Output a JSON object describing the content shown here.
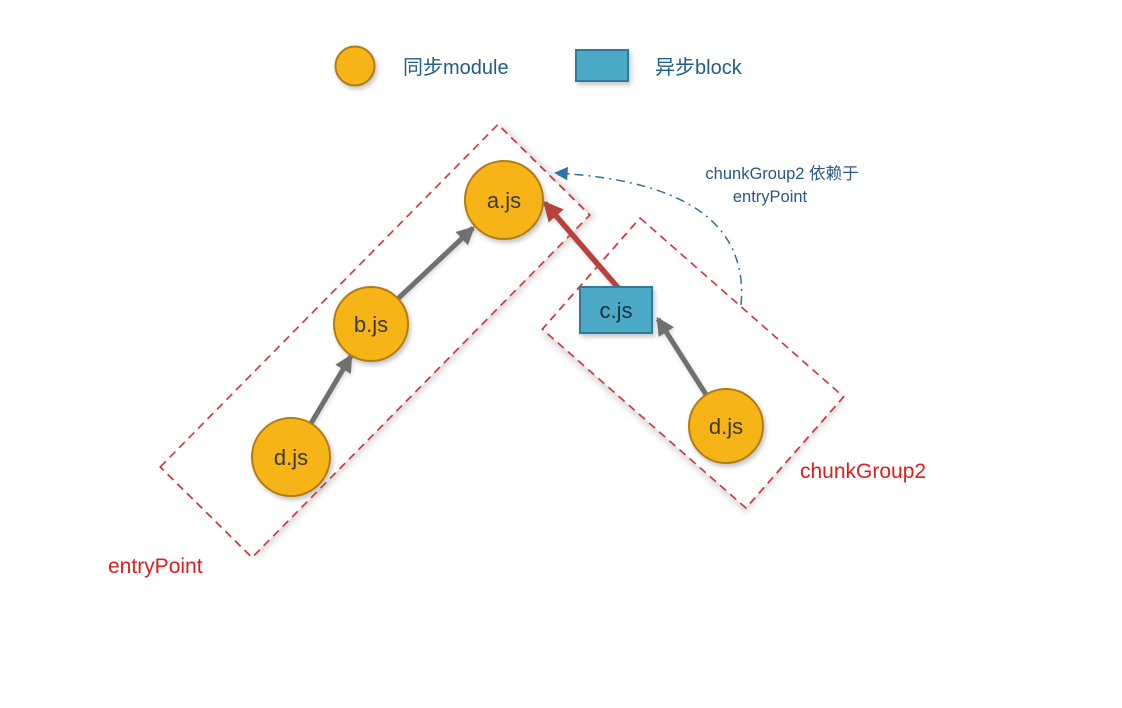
{
  "legend": {
    "sync_module_label": "同步module",
    "async_block_label": "异步block"
  },
  "nodes": {
    "a": "a.js",
    "b": "b.js",
    "d_entry": "d.js",
    "c": "c.js",
    "d_chunk": "d.js"
  },
  "group_labels": {
    "entry_point": "entryPoint",
    "chunk_group2": "chunkGroup2"
  },
  "annotation": {
    "line1": "chunkGroup2 依赖于",
    "line2": "entryPoint"
  },
  "colors": {
    "module_fill": "#F6B416",
    "module_stroke": "#B07D14",
    "block_fill": "#4BA9C6",
    "block_stroke": "#2F7A99",
    "group_border": "#C8232C",
    "sync_arrow": "#707070",
    "async_arrow": "#B9413C",
    "dependency_arrow": "#336F99",
    "group_label_text": "#DC1E1E",
    "legend_text": "#1E5C8B",
    "annotation_text": "#2A5783"
  }
}
